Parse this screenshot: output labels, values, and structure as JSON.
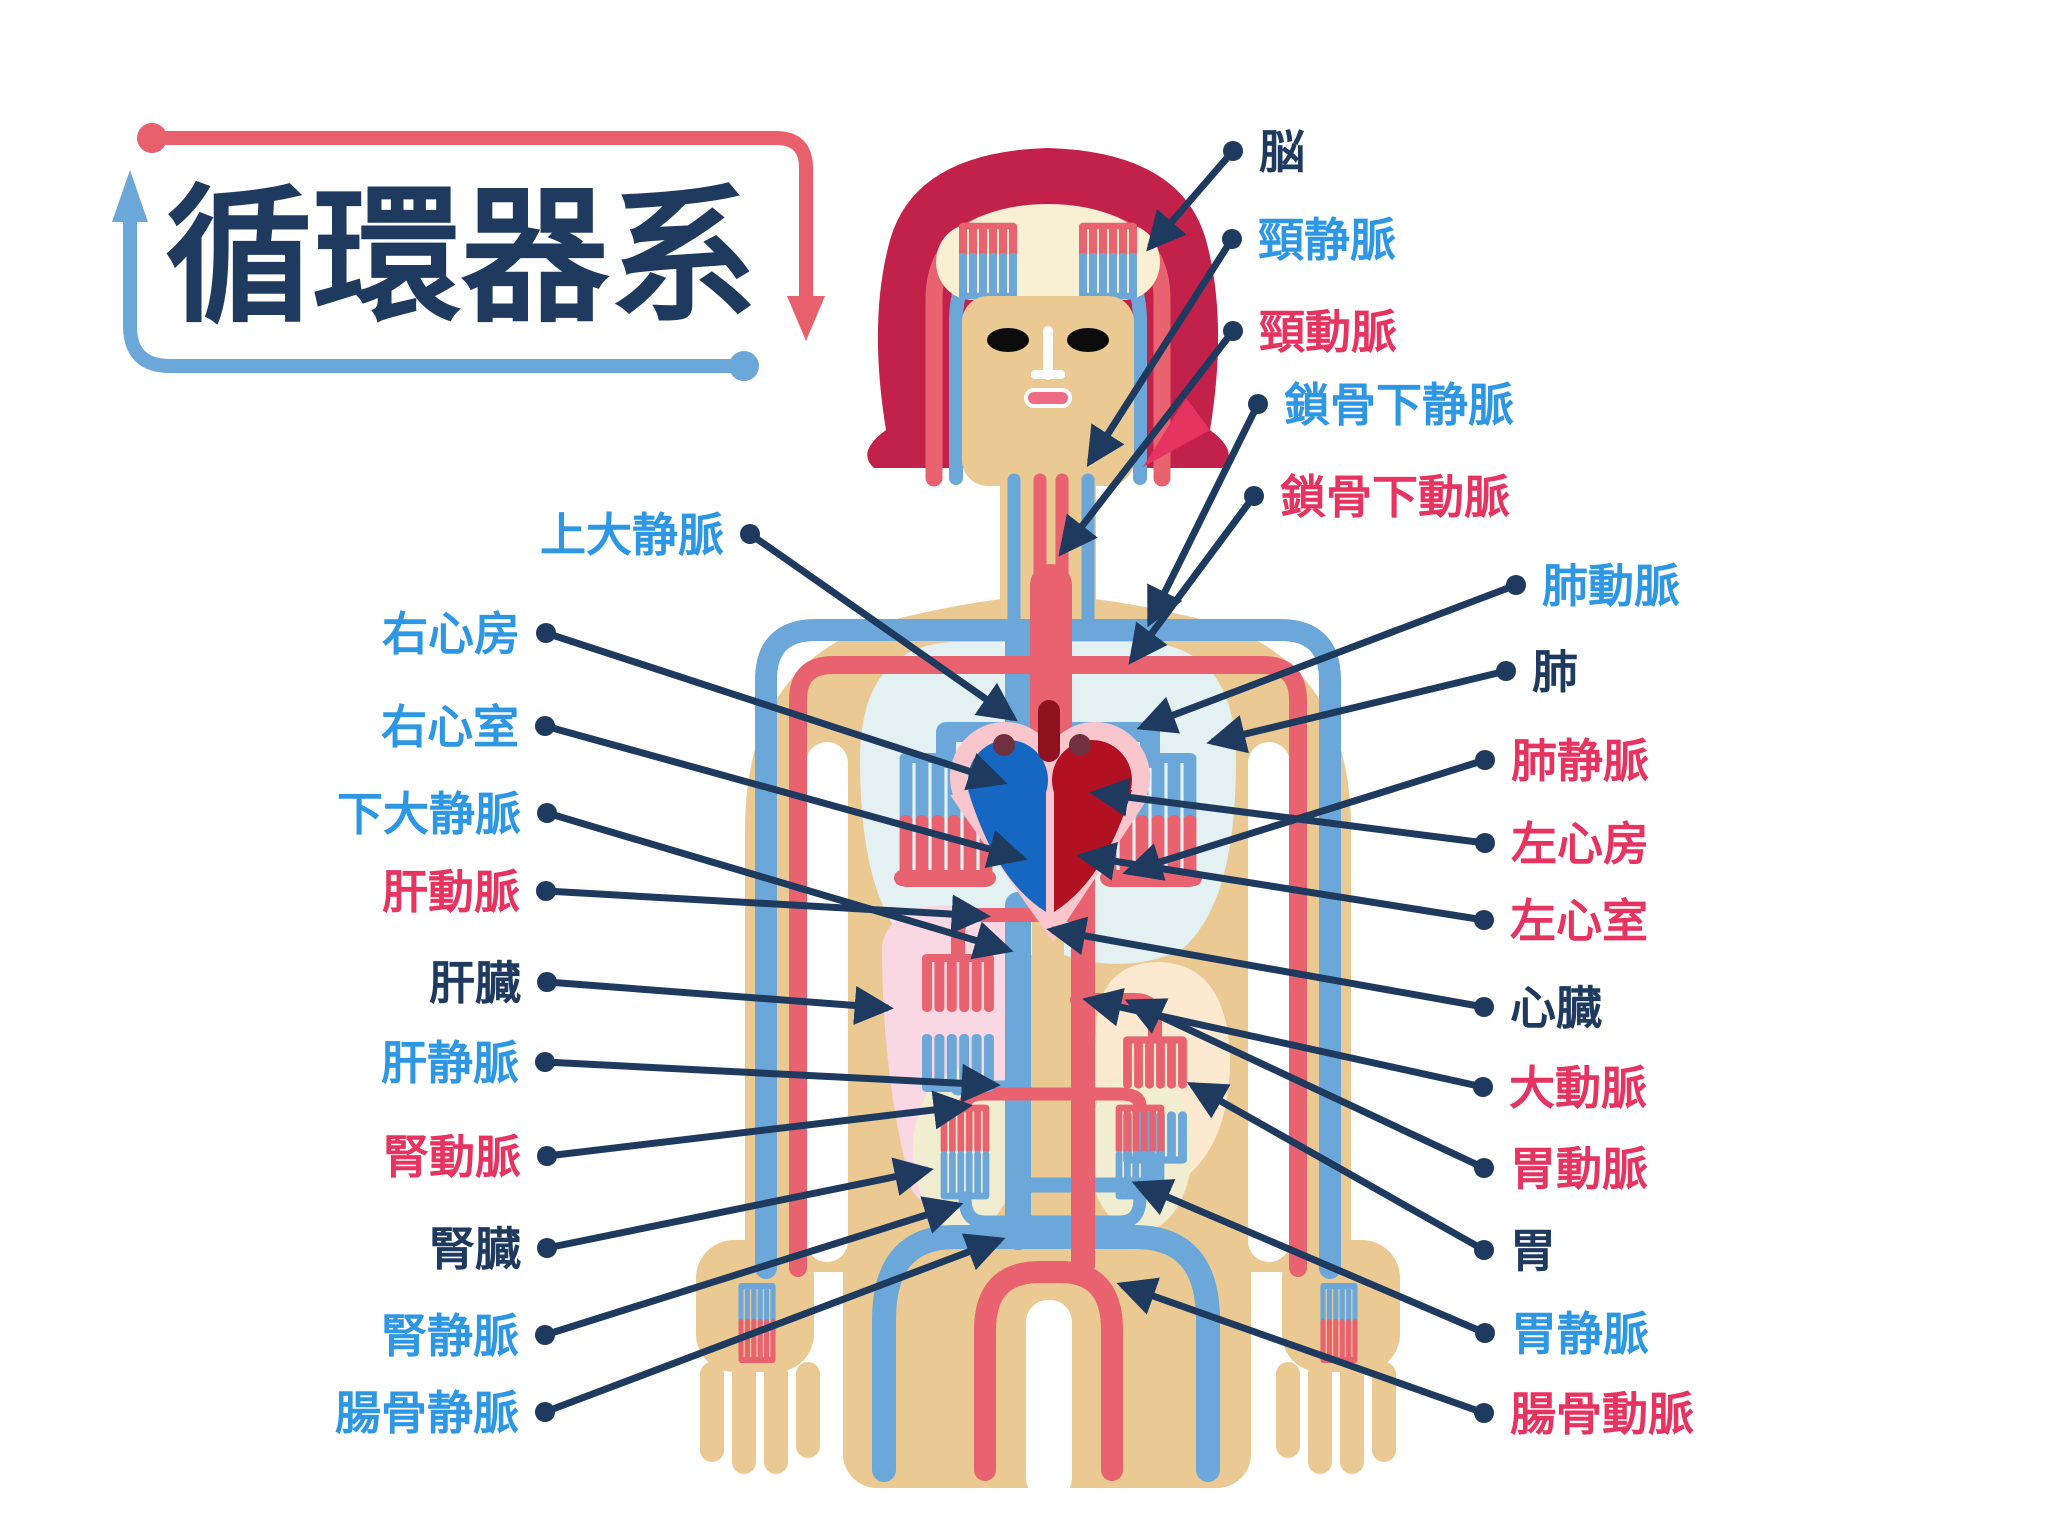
{
  "title": {
    "text": "循環器系"
  },
  "colors": {
    "label_vein": "#2e97e3",
    "label_artery": "#e73360",
    "label_organ": "#1e3a5f",
    "vessel_artery": "#e8636f",
    "vessel_vein": "#6ba7d9",
    "leader_line": "#1e3a5f",
    "title_line_red": "#e8606c",
    "title_line_blue": "#6ba7d9",
    "skin": "#eac993",
    "hair": "#c22149",
    "brain": "#f9efd3",
    "lung": "#e3f1f3",
    "liver": "#f9d8e4",
    "stomach": "#fde9cf",
    "kidney": "#f1edd1",
    "heart_right_blue": "#1667c1",
    "heart_left_red": "#b11120",
    "heart_outline_pink": "#f9c6ce"
  },
  "labels": {
    "left": [
      {
        "text": "上大静脈",
        "type": "vein"
      },
      {
        "text": "右心房",
        "type": "vein"
      },
      {
        "text": "右心室",
        "type": "vein"
      },
      {
        "text": "下大静脈",
        "type": "vein"
      },
      {
        "text": "肝動脈",
        "type": "artery"
      },
      {
        "text": "肝臓",
        "type": "organ"
      },
      {
        "text": "肝静脈",
        "type": "vein"
      },
      {
        "text": "腎動脈",
        "type": "artery"
      },
      {
        "text": "腎臓",
        "type": "organ"
      },
      {
        "text": "腎静脈",
        "type": "vein"
      },
      {
        "text": "腸骨静脈",
        "type": "vein"
      }
    ],
    "right": [
      {
        "text": "脳",
        "type": "organ"
      },
      {
        "text": "頸静脈",
        "type": "vein"
      },
      {
        "text": "頸動脈",
        "type": "artery"
      },
      {
        "text": "鎖骨下静脈",
        "type": "vein"
      },
      {
        "text": "鎖骨下動脈",
        "type": "artery"
      },
      {
        "text": "肺動脈",
        "type": "vein"
      },
      {
        "text": "肺",
        "type": "organ"
      },
      {
        "text": "肺静脈",
        "type": "artery"
      },
      {
        "text": "左心房",
        "type": "artery"
      },
      {
        "text": "左心室",
        "type": "artery"
      },
      {
        "text": "心臓",
        "type": "organ"
      },
      {
        "text": "大動脈",
        "type": "artery"
      },
      {
        "text": "胃動脈",
        "type": "artery"
      },
      {
        "text": "胃",
        "type": "organ"
      },
      {
        "text": "胃静脈",
        "type": "vein"
      },
      {
        "text": "腸骨動脈",
        "type": "artery"
      }
    ]
  }
}
